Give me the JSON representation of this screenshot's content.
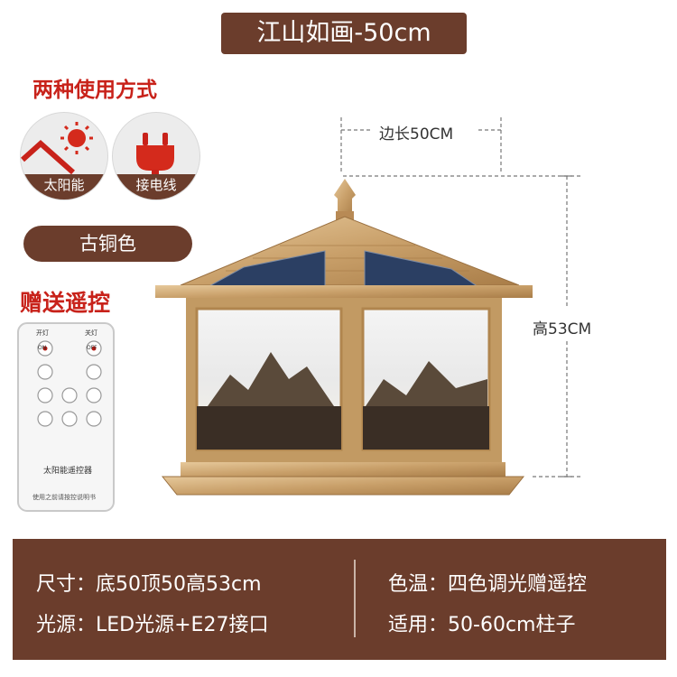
{
  "header": {
    "title": "江山如画-50cm"
  },
  "usage": {
    "heading": "两种使用方式",
    "modes": [
      {
        "label": "太阳能",
        "icon": "solar-sun-icon"
      },
      {
        "label": "接电线",
        "icon": "power-plug-icon"
      }
    ]
  },
  "color_option": {
    "label": "古铜色"
  },
  "gift": {
    "heading": "赠送遥控",
    "remote": {
      "top_left": "开灯",
      "top_right": "关灯",
      "button_row1_left": "ON",
      "button_row1_right": "OFF",
      "brand": "太阳能遥控器",
      "note": "使用之前请按控说明书"
    }
  },
  "dimensions": {
    "width_label": "边长50CM",
    "height_label": "高53CM"
  },
  "specs": {
    "size_key": "尺寸：",
    "size_value": "底50顶50高53cm",
    "light_key": "光源：",
    "light_value": "LED光源+E27接口",
    "temp_key": "色温：",
    "temp_value": "四色调光赠遥控",
    "fit_key": "适用：",
    "fit_value": "50-60cm柱子"
  },
  "colors": {
    "brown": "#6b3d2c",
    "red": "#c8221a",
    "gold": "#c9a06a"
  }
}
